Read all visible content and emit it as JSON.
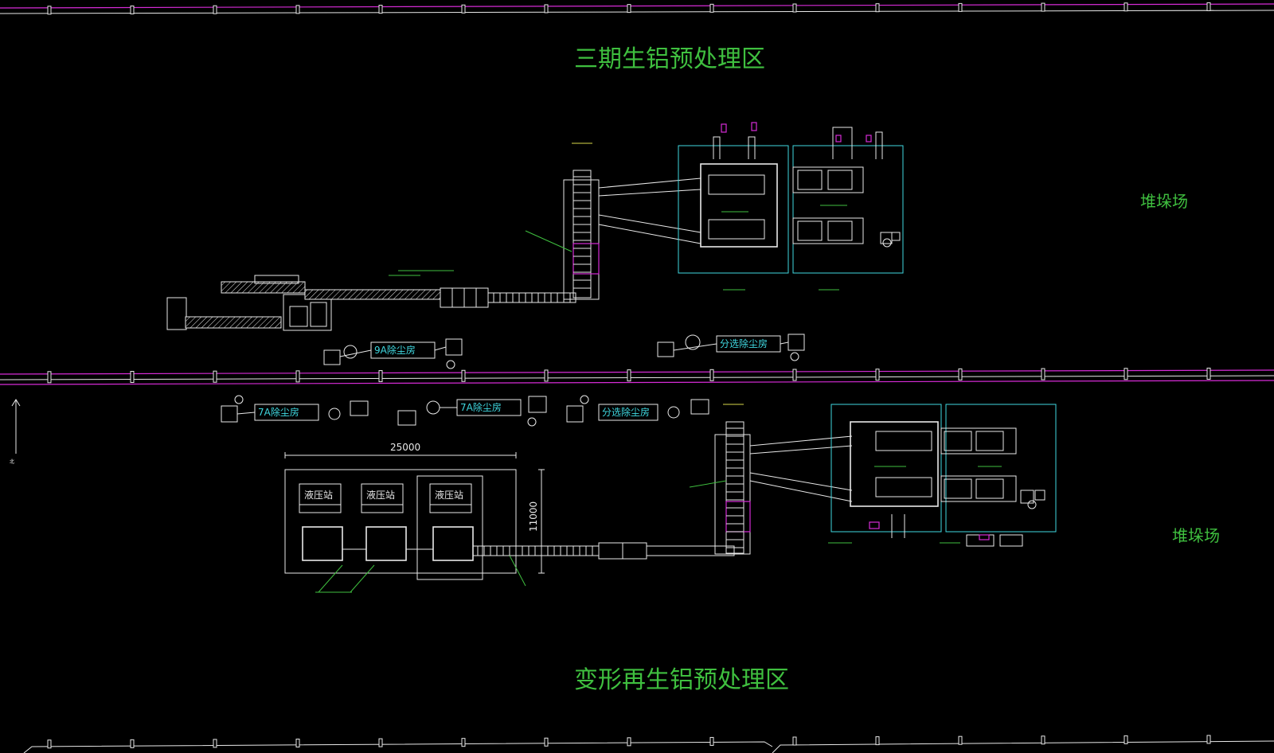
{
  "zones": {
    "upper_title": "三期生铝预处理区",
    "lower_title": "变形再生铝预处理区",
    "stockyard_upper": "堆垛场",
    "stockyard_lower": "堆垛场"
  },
  "dust_rooms": {
    "upper_9a": "9A除尘房",
    "upper_sort": "分选除尘房",
    "lower_7a_1": "7A除尘房",
    "lower_7a_2": "7A除尘房",
    "lower_sort": "分选除尘房"
  },
  "hydraulic": {
    "station_1": "液压站",
    "station_2": "液压站",
    "station_3": "液压站"
  },
  "dimensions": {
    "width": "25000",
    "height": "11000"
  },
  "north_label": "北",
  "colors": {
    "background": "#000000",
    "zone_text": "#3fbf3f",
    "label_text": "#3fd8e0",
    "linework": "#e8e8e8",
    "boundary": "#d62bd6"
  }
}
